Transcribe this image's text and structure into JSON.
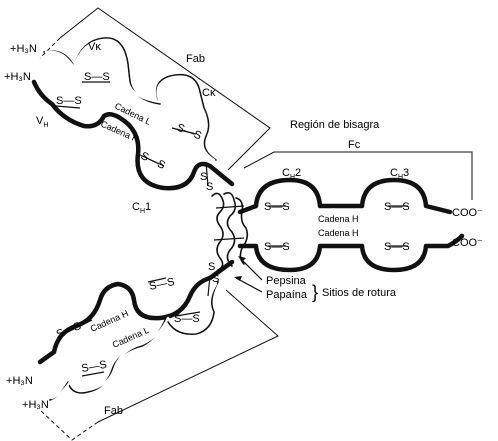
{
  "labels": {
    "h3n": "H₃N",
    "plus": "+",
    "fab": "Fab",
    "fc": "Fc",
    "vk": "Vκ",
    "ck": "Cκ",
    "vh": "V",
    "h": "H",
    "ch1": "C",
    "one": "1",
    "ch2": "C",
    "two": "2",
    "ch3": "C",
    "three": "3",
    "ss": "S—S",
    "s": "S",
    "cadena_l": "Cadena L",
    "cadena_h": "Cadena H",
    "coo": "COO⁻",
    "region_bisagra": "Región de bisagra",
    "pepsina": "Pepsina",
    "papaina": "Papaína",
    "sitios_rotura": "Sitios de rotura",
    "brace": "}"
  }
}
